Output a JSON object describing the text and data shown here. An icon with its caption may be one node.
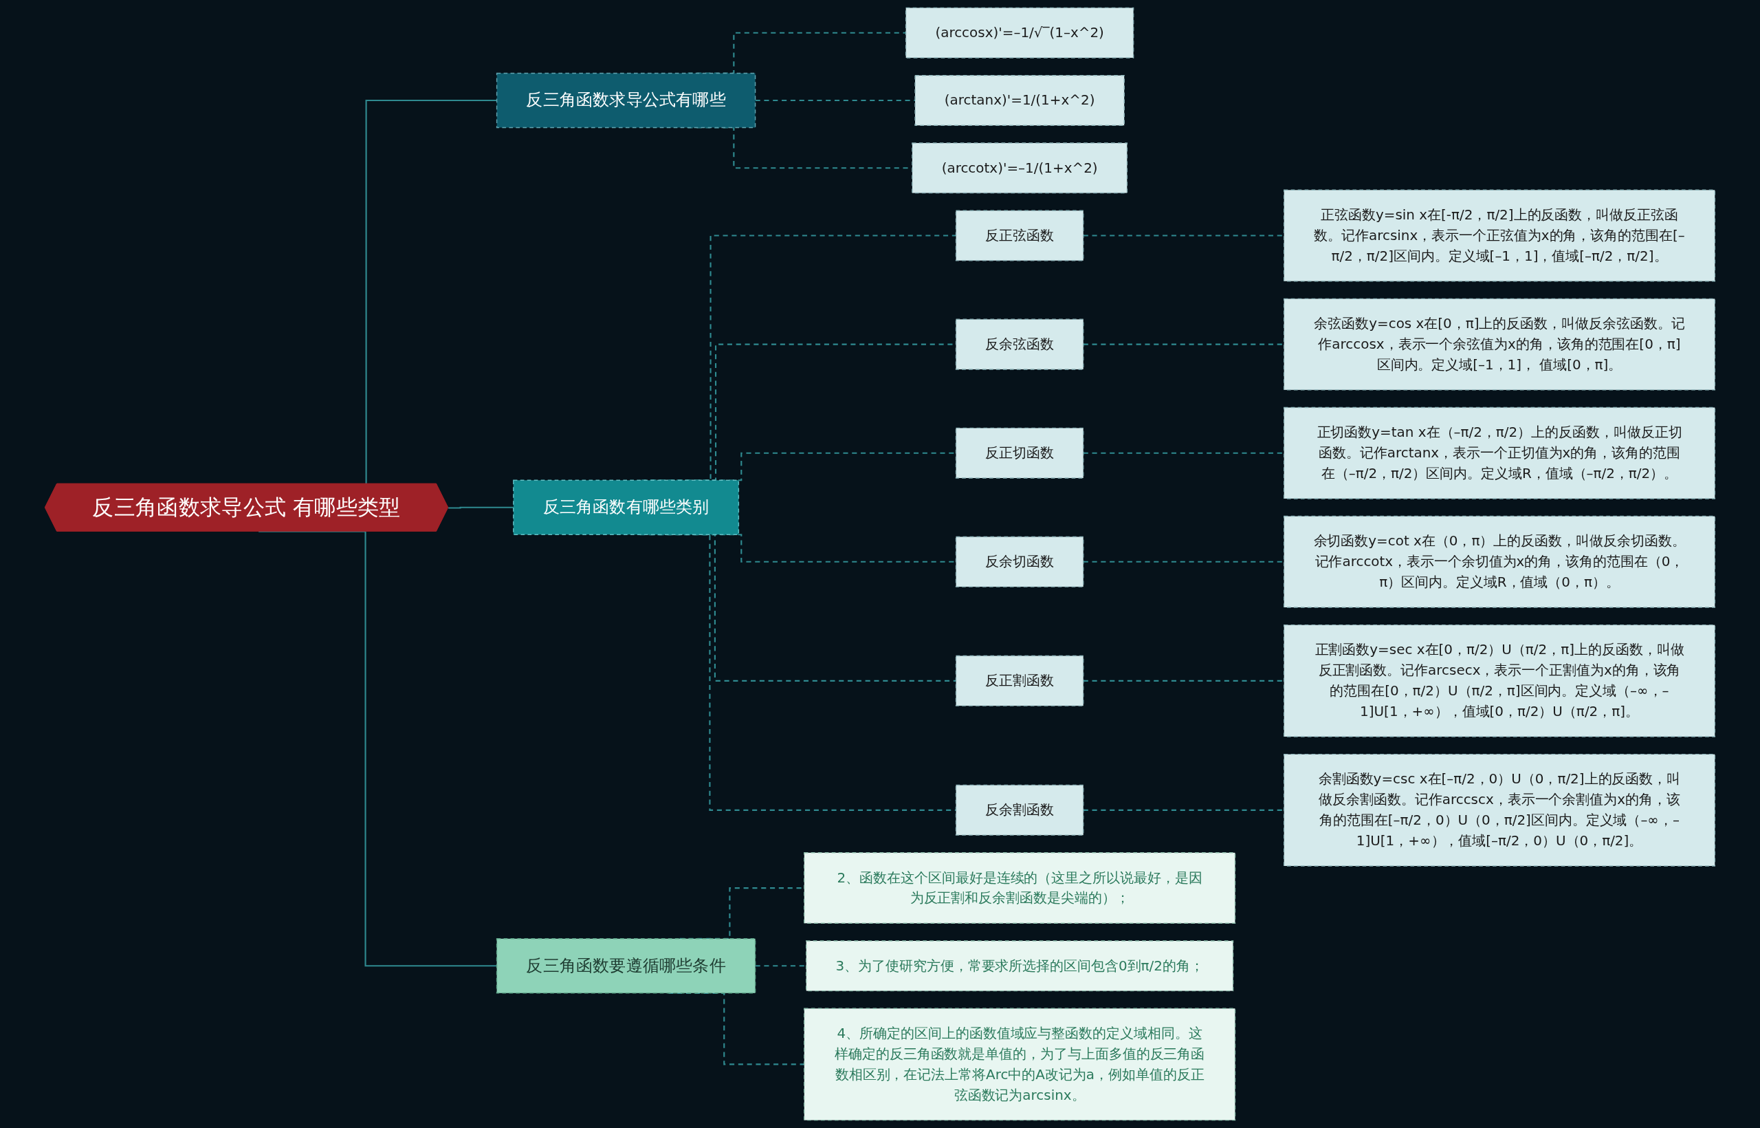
{
  "diagram": {
    "nodes": [
      {
        "text": [
          "反三角函数求导公式 有哪些类型"
        ]
      },
      {
        "text": [
          "反三角函数求导公式有哪些"
        ]
      },
      {
        "text": [
          "(arccosx)'=–1/√‾(1–x^2)"
        ]
      },
      {
        "text": [
          "(arctanx)'=1/(1+x^2)"
        ]
      },
      {
        "text": [
          "(arccotx)'=–1/(1+x^2)"
        ]
      },
      {
        "text": [
          "反三角函数有哪些类别"
        ]
      },
      {
        "text": [
          "反正弦函数"
        ]
      },
      {
        "text": [
          "正弦函数y=sin x在[-π/2，π/2]上的反函数，叫做反正弦函数。记作arcsinx，表示一个正弦值为x的角，该角的范围在[–π/2，π/2]区间内。定义域[–1，1]，值域[–π/2，π/2]。"
        ]
      },
      {
        "text": [
          "反余弦函数"
        ]
      },
      {
        "text": [
          "余弦函数y=cos x在[0，π]上的反函数，叫做反余弦函数。记作arccosx，表示一个余弦值为x的角，该角的范围在[0，π]区间内。定义域[–1，1]， 值域[0，π]。"
        ]
      },
      {
        "text": [
          "反正切函数"
        ]
      },
      {
        "text": [
          "正切函数y=tan x在（–π/2，π/2）上的反函数，叫做反正切函数。记作arctanx，表示一个正切值为x的角，该角的范围在（–π/2，π/2）区间内。定义域R，值域（–π/2，π/2）。"
        ]
      },
      {
        "text": [
          "反余切函数"
        ]
      },
      {
        "text": [
          "余切函数y=cot x在（0，π）上的反函数，叫做反余切函数。记作arccotx，表示一个余切值为x的角，该角的范围在（0，π）区间内。定义域R，值域（0，π）。"
        ]
      },
      {
        "text": [
          "反正割函数"
        ]
      },
      {
        "text": [
          "正割函数y=sec x在[0，π/2）U（π/2，π]上的反函数，叫做反正割函数。记作arcsecx，表示一个正割值为x的角，该角的范围在[0，π/2）U（π/2，π]区间内。定义域（–∞，–1]U[1，+∞），值域[0，π/2）U（π/2，π]。"
        ]
      },
      {
        "text": [
          "反余割函数"
        ]
      },
      {
        "text": [
          "余割函数y=csc x在[–π/2，0）U（0，π/2]上的反函数，叫做反余割函数。记作arccscx，表示一个余割值为x的角，该角的范围在[–π/2，0）U（0，π/2]区间内。定义域（–∞，–1]U[1，+∞），值域[–π/2，0）U（0，π/2]。"
        ]
      },
      {
        "text": [
          "反三角函数要遵循哪些条件"
        ]
      },
      {
        "text": [
          "2、函数在这个区间最好是连续的（这里之所以说最好，是因为反正割和反余割函数是尖端的）；"
        ]
      },
      {
        "text": [
          "3、为了使研究方便，常要求所选择的区间包含0到π/2的角；"
        ]
      },
      {
        "text": [
          "4、所确定的区间上的函数值域应与整函数的定义域相同。这样确定的反三角函数就是单值的，为了与上面多值的反三角函数相区别，在记法上常将Arc中的A改记为a，例如单值的反正弦函数记为arcsinx。"
        ]
      }
    ],
    "edges": [
      {
        "from": 0,
        "to": 1,
        "arrow": "none"
      },
      {
        "from": 1,
        "to": 2,
        "arrow": "none",
        "style": "dashed"
      },
      {
        "from": 1,
        "to": 3,
        "arrow": "none",
        "style": "dashed"
      },
      {
        "from": 1,
        "to": 4,
        "arrow": "none",
        "style": "dashed"
      },
      {
        "from": 0,
        "to": 5,
        "arrow": "none"
      },
      {
        "from": 5,
        "to": 6,
        "arrow": "none",
        "style": "dashed"
      },
      {
        "from": 6,
        "to": 7,
        "arrow": "none",
        "style": "dashed"
      },
      {
        "from": 5,
        "to": 8,
        "arrow": "none",
        "style": "dashed"
      },
      {
        "from": 8,
        "to": 9,
        "arrow": "none",
        "style": "dashed"
      },
      {
        "from": 5,
        "to": 10,
        "arrow": "none",
        "style": "dashed"
      },
      {
        "from": 10,
        "to": 11,
        "arrow": "none",
        "style": "dashed"
      },
      {
        "from": 5,
        "to": 12,
        "arrow": "none",
        "style": "dashed"
      },
      {
        "from": 12,
        "to": 13,
        "arrow": "none",
        "style": "dashed"
      },
      {
        "from": 5,
        "to": 14,
        "arrow": "none",
        "style": "dashed"
      },
      {
        "from": 14,
        "to": 15,
        "arrow": "none",
        "style": "dashed"
      },
      {
        "from": 5,
        "to": 16,
        "arrow": "none",
        "style": "dashed"
      },
      {
        "from": 16,
        "to": 17,
        "arrow": "none",
        "style": "dashed"
      },
      {
        "from": 0,
        "to": 18,
        "arrow": "none"
      },
      {
        "from": 18,
        "to": 19,
        "arrow": "none",
        "style": "dashed"
      },
      {
        "from": 18,
        "to": 20,
        "arrow": "none",
        "style": "dashed"
      },
      {
        "from": 18,
        "to": 21,
        "arrow": "none",
        "style": "dashed"
      }
    ]
  }
}
